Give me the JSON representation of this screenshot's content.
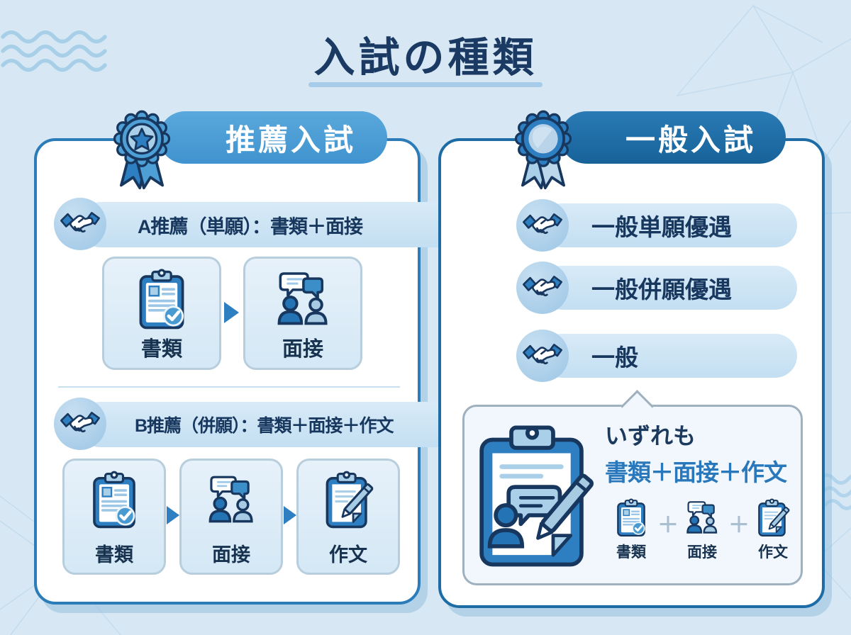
{
  "title": "入試の種類",
  "left_panel": {
    "header": "推薦入試",
    "header_icon": "star-rosette-icon",
    "sections": [
      {
        "icon": "handshake-icon",
        "label": "A推薦（単願）：書類＋面接",
        "steps": [
          {
            "icon": "document-check-icon",
            "label": "書類"
          },
          {
            "icon": "interview-icon",
            "label": "面接"
          }
        ]
      },
      {
        "icon": "handshake-icon",
        "label": "B推薦（併願）：書類＋面接＋作文",
        "steps": [
          {
            "icon": "document-check-icon",
            "label": "書類"
          },
          {
            "icon": "interview-icon",
            "label": "面接"
          },
          {
            "icon": "essay-icon",
            "label": "作文"
          }
        ]
      }
    ]
  },
  "right_panel": {
    "header": "一般入試",
    "header_icon": "medal-rosette-icon",
    "options": [
      {
        "icon": "handshake-icon",
        "label": "一般単願優遇"
      },
      {
        "icon": "handshake-icon",
        "label": "一般併願優遇"
      },
      {
        "icon": "handshake-icon",
        "label": "一般"
      }
    ],
    "callout": {
      "icon": "application-review-icon",
      "heading": "いずれも",
      "formula": "書類＋面接＋作文",
      "separator": "＋",
      "steps": [
        {
          "icon": "document-check-icon",
          "label": "書類"
        },
        {
          "icon": "interview-icon",
          "label": "面接"
        },
        {
          "icon": "essay-icon",
          "label": "作文"
        }
      ]
    }
  },
  "colors": {
    "page_bg": "#d7e8f4",
    "navy_text": "#17375e",
    "left_header_bg": "#4d9fd6",
    "right_header_bg": "#1d6ca5",
    "row_pill_bg": "#cce4f4",
    "card_bg": "#ddecf7",
    "card_border": "#b9cedd",
    "arrow_blue": "#2e7fc1",
    "formula_blue": "#2878bb",
    "callout_border": "#9fb0bf",
    "panel_border_left": "#2b7cb8",
    "panel_border_right": "#1d6ca5"
  }
}
